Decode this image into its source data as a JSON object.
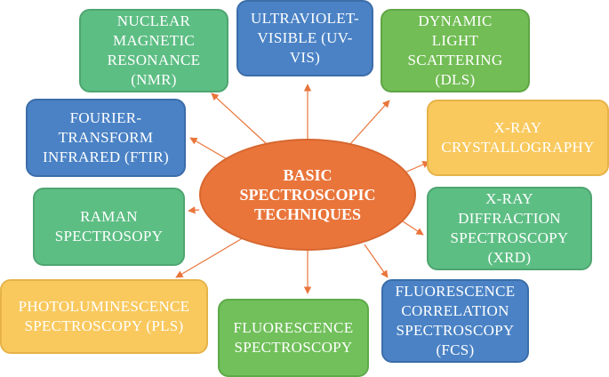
{
  "center": {
    "lines": [
      "BASIC",
      "SPECTROSCOPIC",
      "TECHNIQUES"
    ],
    "color": "#e9753b"
  },
  "techniques": [
    {
      "id": "nmr",
      "lines": [
        "NUCLEAR",
        "MAGNETIC",
        "RESONANCE",
        "(NMR)"
      ]
    },
    {
      "id": "uvvis",
      "lines": [
        "ULTRAVIOLET-",
        "VISIBLE (UV-",
        "VIS)"
      ]
    },
    {
      "id": "dls",
      "lines": [
        "DYNAMIC",
        "LIGHT",
        "SCATTERING",
        "(DLS)"
      ]
    },
    {
      "id": "ftir",
      "lines": [
        "FOURIER-",
        "TRANSFORM",
        "INFRARED (FTIR)"
      ]
    },
    {
      "id": "xrc",
      "lines": [
        "X-RAY",
        "CRYSTALLOGRAPHY"
      ]
    },
    {
      "id": "raman",
      "lines": [
        "RAMAN",
        "SPECTROSOPY"
      ]
    },
    {
      "id": "xrd",
      "lines": [
        "X-RAY",
        "DIFFRACTION",
        "SPECTROSCOPY",
        "(XRD)"
      ]
    },
    {
      "id": "pls",
      "lines": [
        "PHOTOLUMINESCENCE",
        "SPECTROSCOPY (PLS)"
      ]
    },
    {
      "id": "fs",
      "lines": [
        "FLUORESCENCE",
        "SPECTROSCOPY"
      ]
    },
    {
      "id": "fcs",
      "lines": [
        "FLUORESCENCE",
        "CORRELATION",
        "SPECTROSCOPY",
        "(FCS)"
      ]
    }
  ],
  "colors": {
    "green": "#5dbe84",
    "blue": "#4a82c5",
    "light_green": "#72bd55",
    "yellow": "#f9c95e",
    "arrow": "#e9753b"
  }
}
